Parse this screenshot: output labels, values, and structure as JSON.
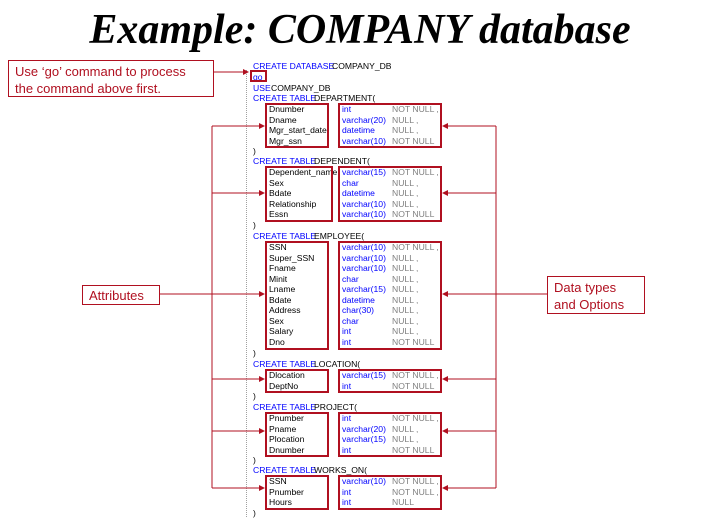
{
  "slide": {
    "title": "Example: COMPANY database"
  },
  "callouts": {
    "go_note_line1": "Use ‘go’ command to process",
    "go_note_line2": "the command above first.",
    "attributes": "Attributes",
    "types_line1": "Data types",
    "types_line2": "and Options"
  },
  "sql": {
    "create_db": "CREATE DATABASE",
    "db_name": "COMPANY_DB",
    "go": "go",
    "use": "USE",
    "use_name": "COMPANY_DB",
    "create_table": "CREATE TABLE",
    "tables": [
      {
        "name": "DEPARTMENT(",
        "columns": [
          {
            "name": "Dnumber",
            "type": "int",
            "opt": "NOT NULL ,"
          },
          {
            "name": "Dname",
            "type": "varchar(20)",
            "opt": "NULL ,"
          },
          {
            "name": "Mgr_start_date",
            "type": "datetime",
            "opt": "NULL ,"
          },
          {
            "name": "Mgr_ssn",
            "type": "varchar(10)",
            "opt": "NOT NULL"
          }
        ]
      },
      {
        "name": "DEPENDENT(",
        "columns": [
          {
            "name": "Dependent_name",
            "type": "varchar(15)",
            "opt": "NOT NULL ,"
          },
          {
            "name": "Sex",
            "type": "char",
            "opt": "NULL ,"
          },
          {
            "name": "Bdate",
            "type": "datetime",
            "opt": "NULL ,"
          },
          {
            "name": "Relationship",
            "type": "varchar(10)",
            "opt": "NULL ,"
          },
          {
            "name": "Essn",
            "type": "varchar(10)",
            "opt": "NOT NULL"
          }
        ]
      },
      {
        "name": "EMPLOYEE(",
        "columns": [
          {
            "name": "SSN",
            "type": "varchar(10)",
            "opt": "NOT NULL ,"
          },
          {
            "name": "Super_SSN",
            "type": "varchar(10)",
            "opt": "NULL ,"
          },
          {
            "name": "Fname",
            "type": "varchar(10)",
            "opt": "NULL ,"
          },
          {
            "name": "Minit",
            "type": "char",
            "opt": "NULL ,"
          },
          {
            "name": "Lname",
            "type": "varchar(15)",
            "opt": "NULL ,"
          },
          {
            "name": "Bdate",
            "type": "datetime",
            "opt": "NULL ,"
          },
          {
            "name": "Address",
            "type": "char(30)",
            "opt": "NULL ,"
          },
          {
            "name": "Sex",
            "type": "char",
            "opt": "NULL ,"
          },
          {
            "name": "Salary",
            "type": "int",
            "opt": "NULL ,"
          },
          {
            "name": "Dno",
            "type": "int",
            "opt": "NOT NULL"
          }
        ]
      },
      {
        "name": "LOCATION(",
        "columns": [
          {
            "name": "Dlocation",
            "type": "varchar(15)",
            "opt": "NOT NULL ,"
          },
          {
            "name": "DeptNo",
            "type": "int",
            "opt": "NOT NULL"
          }
        ]
      },
      {
        "name": "PROJECT(",
        "columns": [
          {
            "name": "Pnumber",
            "type": "int",
            "opt": "NOT NULL ,"
          },
          {
            "name": "Pname",
            "type": "varchar(20)",
            "opt": "NULL ,"
          },
          {
            "name": "Plocation",
            "type": "varchar(15)",
            "opt": "NULL ,"
          },
          {
            "name": "Dnumber",
            "type": "int",
            "opt": "NOT NULL"
          }
        ]
      },
      {
        "name": "WORKS_ON(",
        "columns": [
          {
            "name": "SSN",
            "type": "varchar(10)",
            "opt": "NOT NULL ,"
          },
          {
            "name": "Pnumber",
            "type": "int",
            "opt": "NOT NULL ,"
          },
          {
            "name": "Hours",
            "type": "int",
            "opt": "NULL"
          }
        ]
      }
    ],
    "close_paren": ")"
  },
  "colors": {
    "accent_red": "#b01020",
    "keyword_blue": "#0000ff",
    "option_gray": "#808080"
  }
}
